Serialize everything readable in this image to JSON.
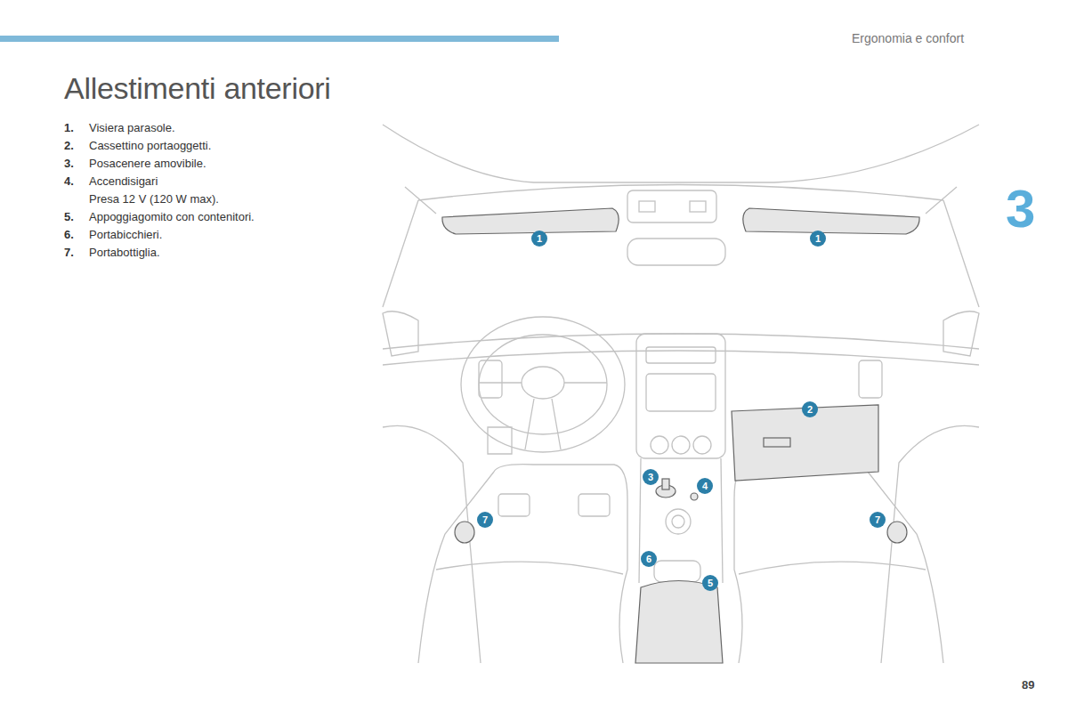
{
  "diagram": {
    "title": "Allestimenti anteriori",
    "labels": [
      "Ergonomia e confort",
      "3",
      "1.",
      "Visiera parasole.",
      "2.",
      "Cassettino portaoggetti.",
      "3.",
      "Posacenere amovibile.",
      "4.",
      "Accendisigari",
      "Presa 12 V (120 W max).",
      "5.",
      "Appoggiagomito con contenitori.",
      "6.",
      "Portabicchieri.",
      "7.",
      "Portabottiglia.",
      "89",
      "1",
      "1",
      "2",
      "3",
      "4",
      "5",
      "6",
      "7",
      "7"
    ]
  }
}
